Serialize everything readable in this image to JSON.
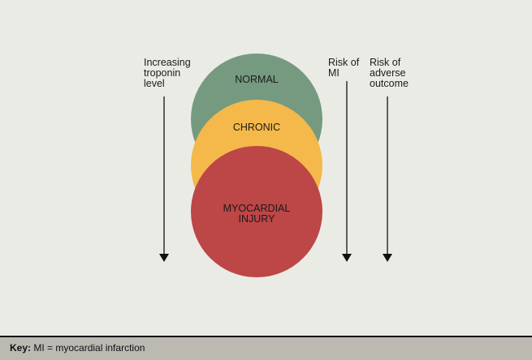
{
  "circles": [
    {
      "label": "NORMAL",
      "color": "#759a80"
    },
    {
      "label": "CHRONIC",
      "color": "#f4b94a"
    },
    {
      "label": "MYOCARDIAL INJURY",
      "color": "#bd4646"
    }
  ],
  "arrows": {
    "troponin": "Increasing troponin level",
    "mi": "Risk of MI",
    "adverse": "Risk of adverse outcome"
  },
  "key": {
    "label": "Key:",
    "text": "MI = myocardial infarction"
  }
}
